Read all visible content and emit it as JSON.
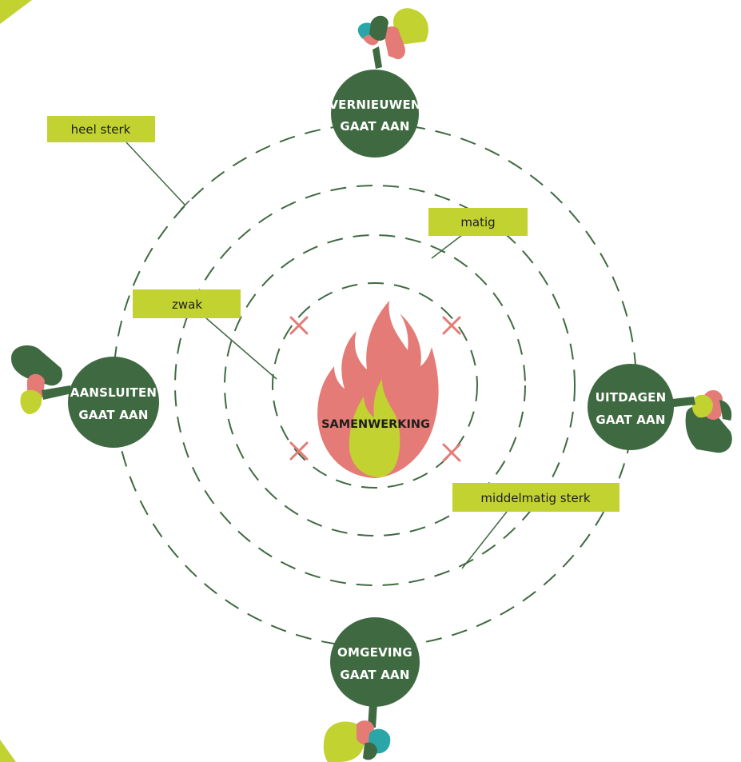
{
  "center": {
    "label": "SAMENWERKING"
  },
  "nodes": {
    "top": {
      "line1": "VERNIEUWEN",
      "line2": "GAAT AAN"
    },
    "left": {
      "line1": "AANSLUITEN",
      "line2": "GAAT AAN"
    },
    "right": {
      "line1": "UITDAGEN",
      "line2": "GAAT AAN"
    },
    "bottom": {
      "line1": "OMGEVING",
      "line2": "GAAT AAN"
    }
  },
  "rings": {
    "heel_sterk": "heel sterk",
    "matig": "matig",
    "zwak": "zwak",
    "middelmatig_sterk": "middelmatig sterk"
  },
  "colors": {
    "dark_green": "#3f6a41",
    "lime": "#c2d230",
    "salmon": "#e47b77",
    "dash": "#3f6a41",
    "teal": "#2aa5a8"
  }
}
